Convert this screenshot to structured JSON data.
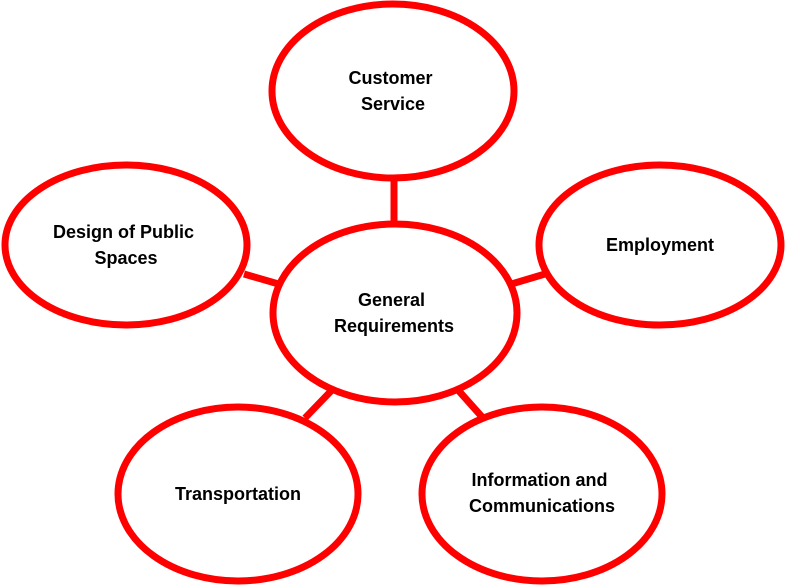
{
  "diagram": {
    "accent_color": "#ff0000",
    "center": {
      "lines": [
        "General",
        "Requirements"
      ]
    },
    "nodes": [
      {
        "lines": [
          "Customer",
          "Service"
        ]
      },
      {
        "lines": [
          "Design of Public",
          "Spaces"
        ]
      },
      {
        "lines": [
          "Employment"
        ]
      },
      {
        "lines": [
          "Transportation"
        ]
      },
      {
        "lines": [
          "Information and",
          "Communications"
        ]
      }
    ]
  }
}
